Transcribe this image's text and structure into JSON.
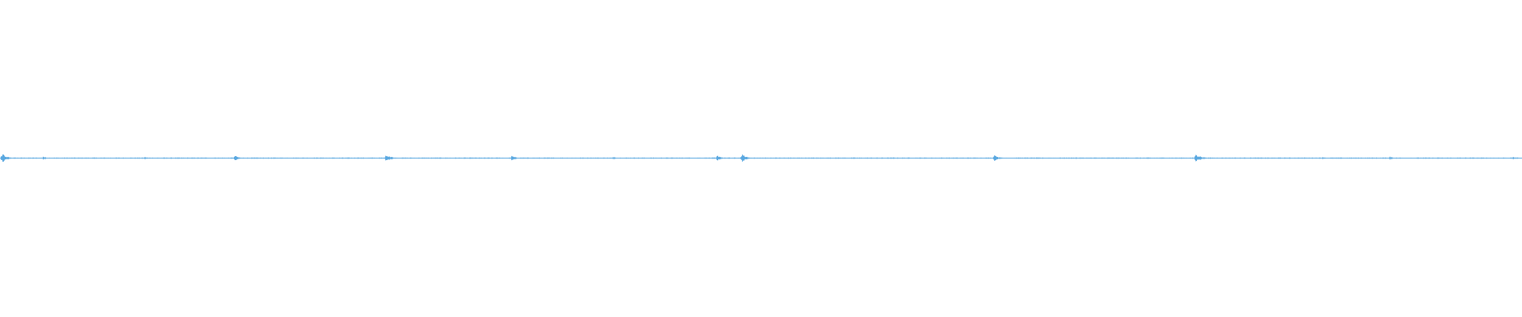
{
  "waveform": {
    "color": "#5aa8e0",
    "background": "#ffffff",
    "bursts": [
      {
        "t": 0.0,
        "amp": 0.03,
        "len": 0.009
      },
      {
        "t": 0.0275,
        "amp": 0.012,
        "len": 0.006
      },
      {
        "t": 0.094,
        "amp": 0.008,
        "len": 0.006
      },
      {
        "t": 0.153,
        "amp": 0.016,
        "len": 0.008
      },
      {
        "t": 0.18,
        "amp": 0.005,
        "len": 0.005
      },
      {
        "t": 0.234,
        "amp": 0.006,
        "len": 0.005
      },
      {
        "t": 0.252,
        "amp": 0.022,
        "len": 0.011
      },
      {
        "t": 0.335,
        "amp": 0.018,
        "len": 0.007
      },
      {
        "t": 0.402,
        "amp": 0.009,
        "len": 0.006
      },
      {
        "t": 0.47,
        "amp": 0.018,
        "len": 0.007
      },
      {
        "t": 0.486,
        "amp": 0.028,
        "len": 0.009
      },
      {
        "t": 0.548,
        "amp": 0.005,
        "len": 0.006
      },
      {
        "t": 0.586,
        "amp": 0.006,
        "len": 0.005
      },
      {
        "t": 0.652,
        "amp": 0.02,
        "len": 0.008
      },
      {
        "t": 0.706,
        "amp": 0.006,
        "len": 0.006
      },
      {
        "t": 0.784,
        "amp": 0.024,
        "len": 0.011
      },
      {
        "t": 0.868,
        "amp": 0.008,
        "len": 0.006
      },
      {
        "t": 0.912,
        "amp": 0.01,
        "len": 0.007
      },
      {
        "t": 0.95,
        "amp": 0.005,
        "len": 0.005
      },
      {
        "t": 0.993,
        "amp": 0.008,
        "len": 0.007
      }
    ],
    "noise_amp": 0.003
  }
}
